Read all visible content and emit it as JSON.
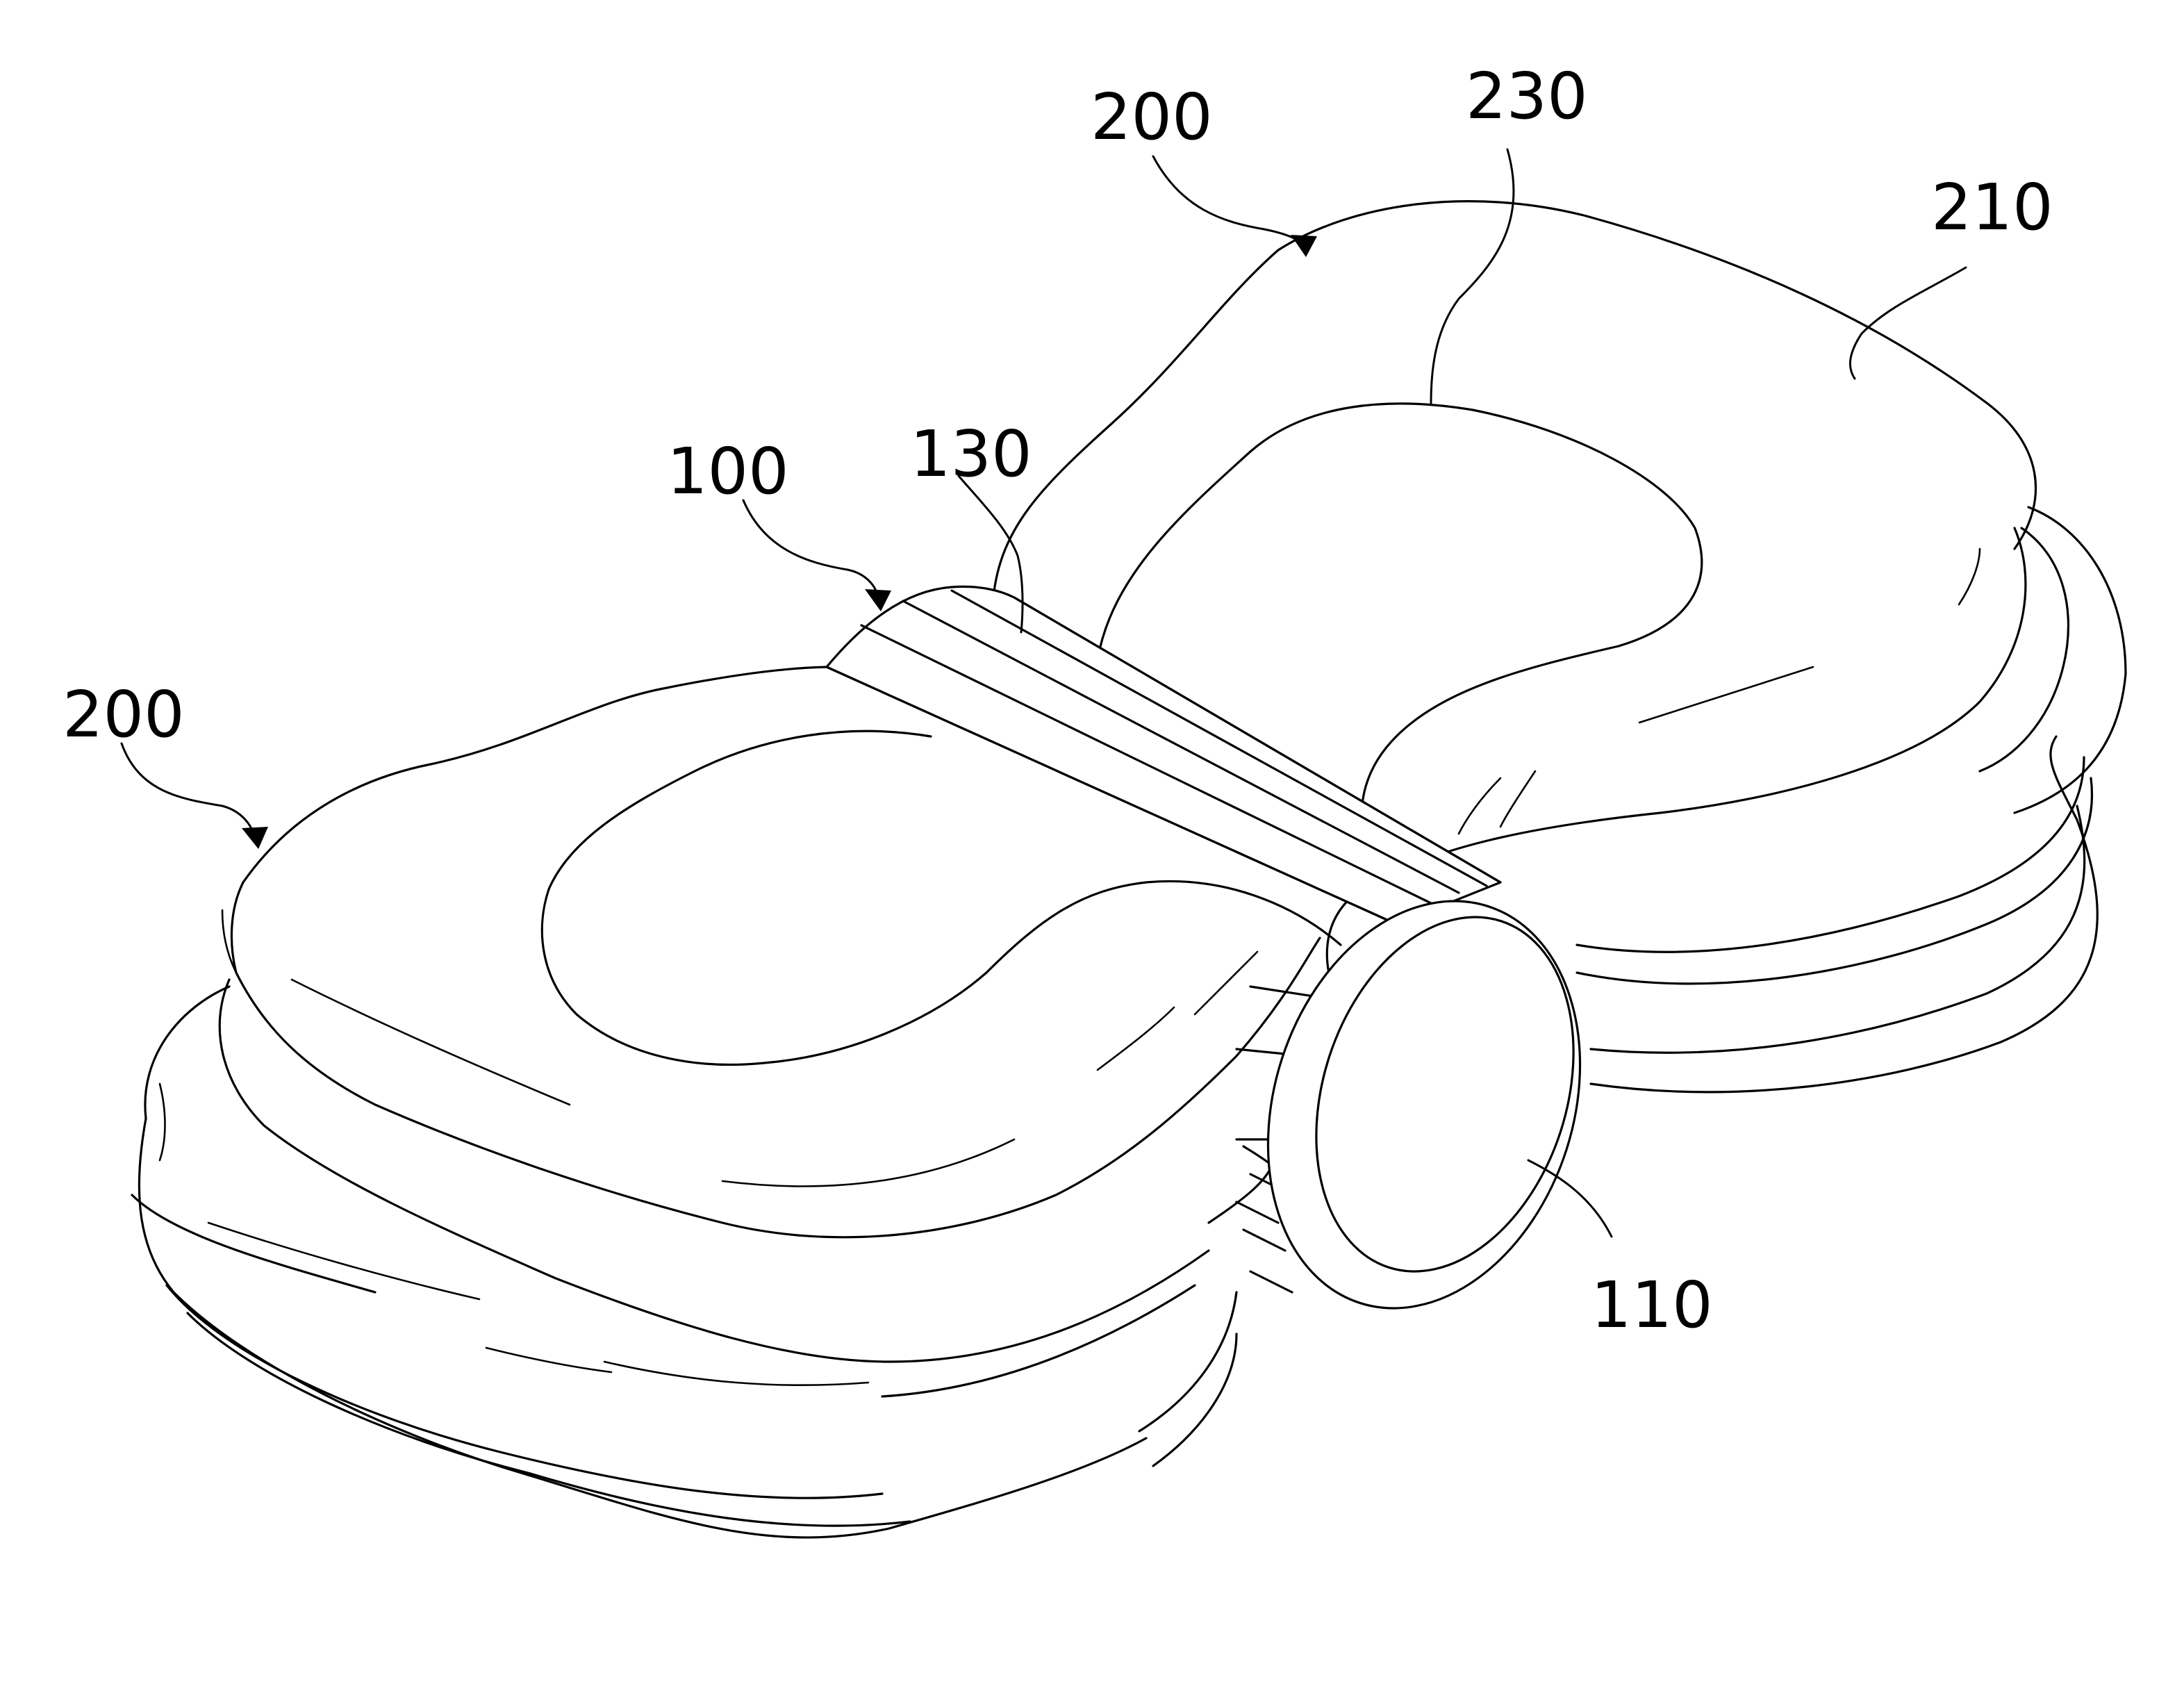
{
  "figure": {
    "reference_numerals": {
      "r100": "100",
      "r110": "110",
      "r130": "130",
      "r200_left": "200",
      "r200_right": "200",
      "r210": "210",
      "r230": "230"
    },
    "line_color": "#000000",
    "background_color": "#ffffff"
  }
}
